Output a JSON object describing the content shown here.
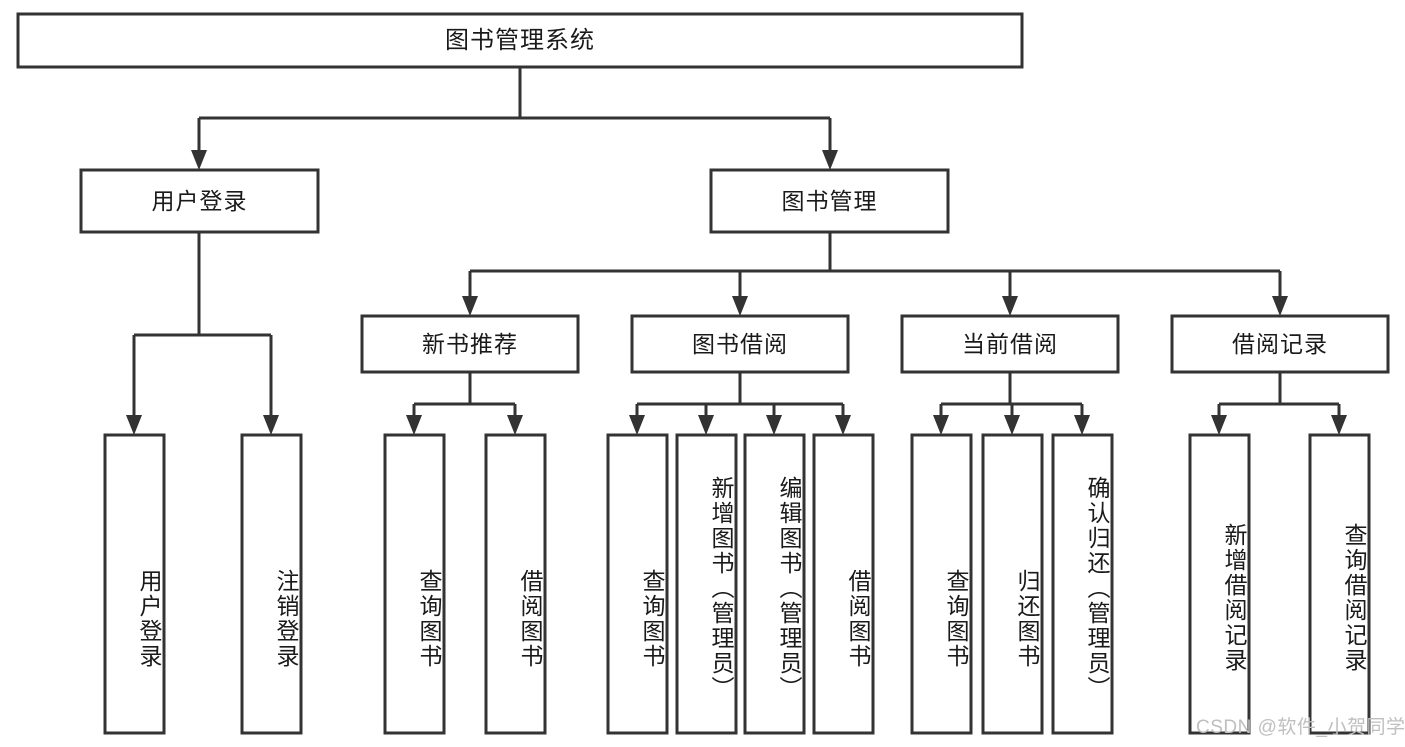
{
  "diagram": {
    "title": "图书管理系统",
    "type": "tree-hierarchy-chart",
    "colors": {
      "box_stroke": "#333333",
      "box_fill": "#ffffff",
      "text": "#1a1a1a",
      "background": "#ffffff",
      "watermark": "#bfbfbf"
    },
    "root": {
      "label": "图书管理系统"
    },
    "level2": [
      {
        "label": "用户登录"
      },
      {
        "label": "图书管理"
      }
    ],
    "level3": [
      {
        "label": "新书推荐"
      },
      {
        "label": "图书借阅"
      },
      {
        "label": "当前借阅"
      },
      {
        "label": "借阅记录"
      }
    ],
    "leaves": {
      "user_login": [
        {
          "label": "用户登录"
        },
        {
          "label": "注销登录"
        }
      ],
      "new_book_recommend": [
        {
          "label": "查询图书"
        },
        {
          "label": "借阅图书"
        }
      ],
      "book_borrow": [
        {
          "label": "查询图书"
        },
        {
          "label": "新增图书（管理员）"
        },
        {
          "label": "编辑图书（管理员）"
        },
        {
          "label": "借阅图书"
        }
      ],
      "current_borrow": [
        {
          "label": "查询图书"
        },
        {
          "label": "归还图书"
        },
        {
          "label": "确认归还（管理员）"
        }
      ],
      "borrow_record": [
        {
          "label": "新增借阅记录"
        },
        {
          "label": "查询借阅记录"
        }
      ]
    },
    "watermark": "CSDN @软件_小贺同学"
  }
}
